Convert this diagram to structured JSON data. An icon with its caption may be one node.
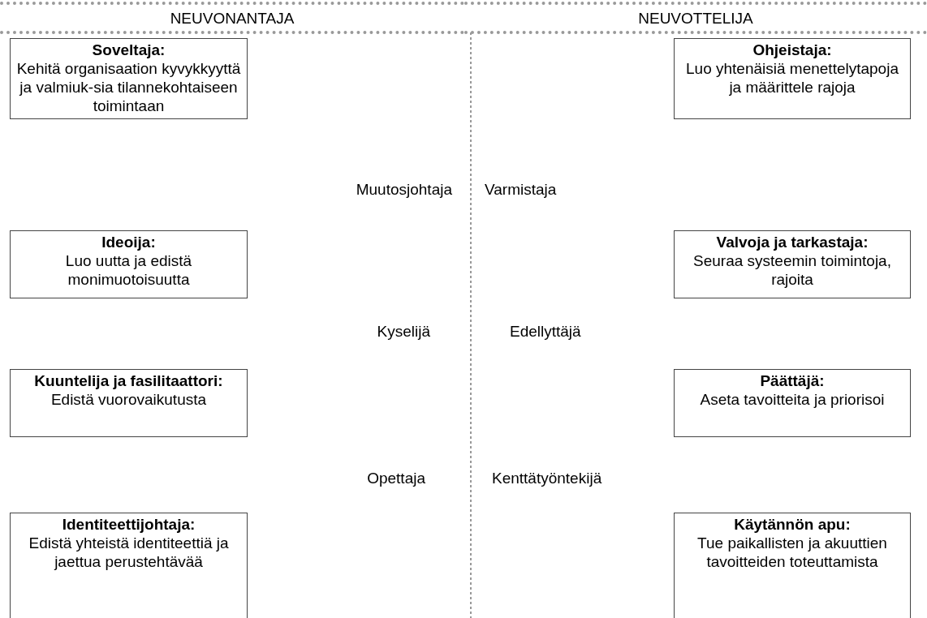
{
  "diagram": {
    "nodes": [
      {
        "text": [
          "NEUVONANTAJA"
        ]
      },
      {
        "text": [
          "NEUVOTTELIJA"
        ]
      },
      {
        "text": [
          "Soveltaja:",
          "Kehitä organisaation kyvykkyyttä ja valmiuk-sia tilannekohtaiseen toimintaan"
        ]
      },
      {
        "text": [
          "Ohjeistaja:",
          "Luo yhtenäisiä menettelytapoja ja määrittele rajoja"
        ]
      },
      {
        "text": [
          "Ideoija:",
          "Luo uutta ja edistä monimuotoisuutta"
        ]
      },
      {
        "text": [
          "Valvoja ja tarkastaja:",
          "Seuraa systeemin toimintoja, rajoita"
        ]
      },
      {
        "text": [
          "Kuuntelija ja fasilitaattori:",
          "Edistä vuorovaikutusta"
        ]
      },
      {
        "text": [
          "Päättäjä:",
          "Aseta tavoitteita ja priorisoi"
        ]
      },
      {
        "text": [
          "Identiteettijohtaja:",
          "Edistä yhteistä identiteettiä ja jaettua perustehtävää"
        ]
      },
      {
        "text": [
          "Käytännön apu:",
          "Tue paikallisten ja akuuttien tavoitteiden toteuttamista"
        ]
      }
    ],
    "labels": [
      "Muutosjohtaja",
      "Varmistaja",
      "Kyselijä",
      "Edellyttäjä",
      "Opettaja",
      "Kenttätyöntekijä"
    ]
  }
}
